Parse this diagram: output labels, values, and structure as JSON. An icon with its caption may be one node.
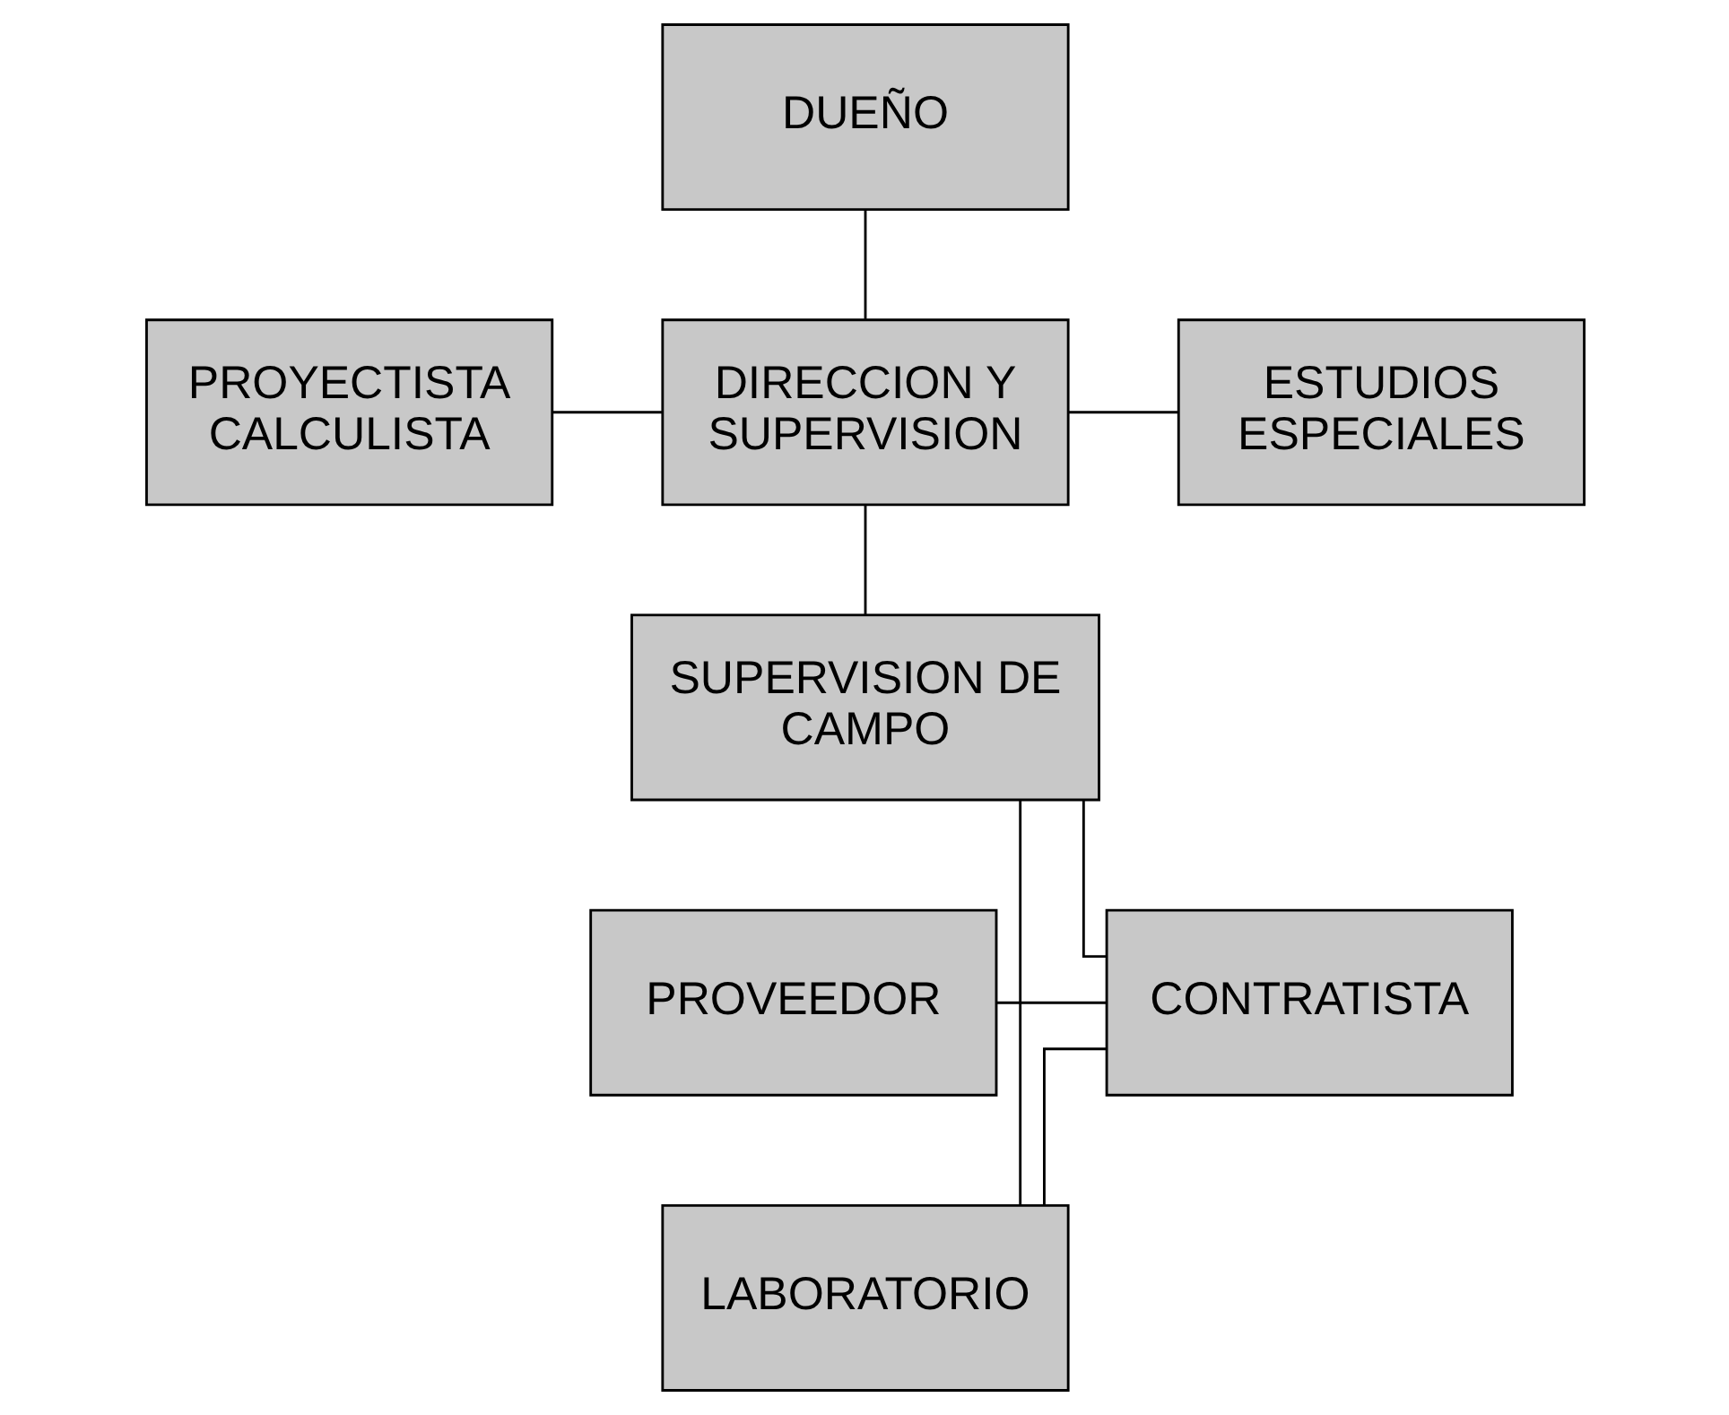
{
  "diagram": {
    "nodes": [
      {
        "text": [
          "DUEÑO"
        ]
      },
      {
        "text": [
          "PROYECTISTA CALCULISTA"
        ]
      },
      {
        "text": [
          "DIRECCION Y SUPERVISION"
        ]
      },
      {
        "text": [
          "ESTUDIOS ESPECIALES"
        ]
      },
      {
        "text": [
          "SUPERVISION DE CAMPO"
        ]
      },
      {
        "text": [
          "LABORATORIO"
        ]
      },
      {
        "text": [
          "PROVEEDOR"
        ]
      },
      {
        "text": [
          "CONTRATISTA"
        ]
      }
    ],
    "edges": [
      {
        "from": 0,
        "to": 2,
        "arrow": "none"
      },
      {
        "from": 1,
        "to": 2,
        "arrow": "none"
      },
      {
        "from": 2,
        "to": 3,
        "arrow": "none"
      },
      {
        "from": 2,
        "to": 4,
        "arrow": "none"
      },
      {
        "from": 4,
        "to": 7,
        "arrow": "none"
      },
      {
        "from": 4,
        "to": 5,
        "arrow": "none"
      },
      {
        "from": 7,
        "to": 5,
        "arrow": "none"
      },
      {
        "from": 6,
        "to": 7,
        "arrow": "none"
      }
    ]
  }
}
